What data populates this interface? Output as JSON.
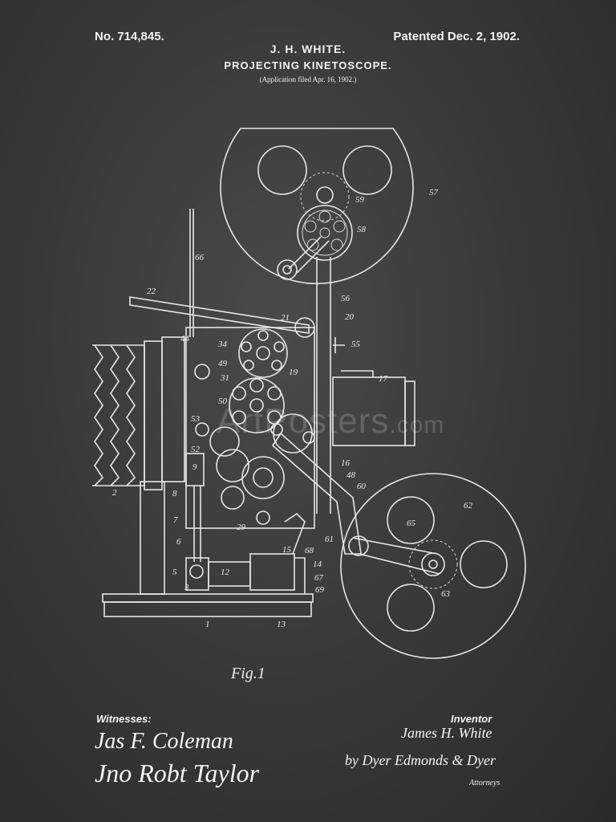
{
  "header": {
    "patent_number": "No. 714,845.",
    "patent_date": "Patented Dec. 2, 1902.",
    "inventor": "J. H. WHITE.",
    "title": "PROJECTING KINETOSCOPE.",
    "application": "(Application filed Apr. 16, 1902.)"
  },
  "figure": {
    "caption": "Fig.1",
    "reference_numerals": [
      "57",
      "59",
      "58",
      "66",
      "22",
      "56",
      "21",
      "20",
      "44",
      "55",
      "34",
      "49",
      "19",
      "31",
      "17",
      "50",
      "53",
      "52",
      "9",
      "16",
      "48",
      "60",
      "8",
      "2",
      "62",
      "65",
      "7",
      "29",
      "61",
      "6",
      "15",
      "68",
      "14",
      "5",
      "12",
      "67",
      "3",
      "69",
      "63",
      "1",
      "13"
    ]
  },
  "footer": {
    "witnesses_label": "Witnesses:",
    "witness_1": "Jas F. Coleman",
    "witness_2": "Jno Robt Taylor",
    "inventor_label": "Inventor",
    "inventor_name": "James H. White",
    "attorneys_signature": "by Dyer Edmonds & Dyer",
    "attorneys_label": "Attorneys"
  },
  "watermark": {
    "brand": "ArtPosters",
    "suffix": ".com"
  },
  "colors": {
    "background": "#3a3a3a",
    "line": "#e6e6e6"
  }
}
